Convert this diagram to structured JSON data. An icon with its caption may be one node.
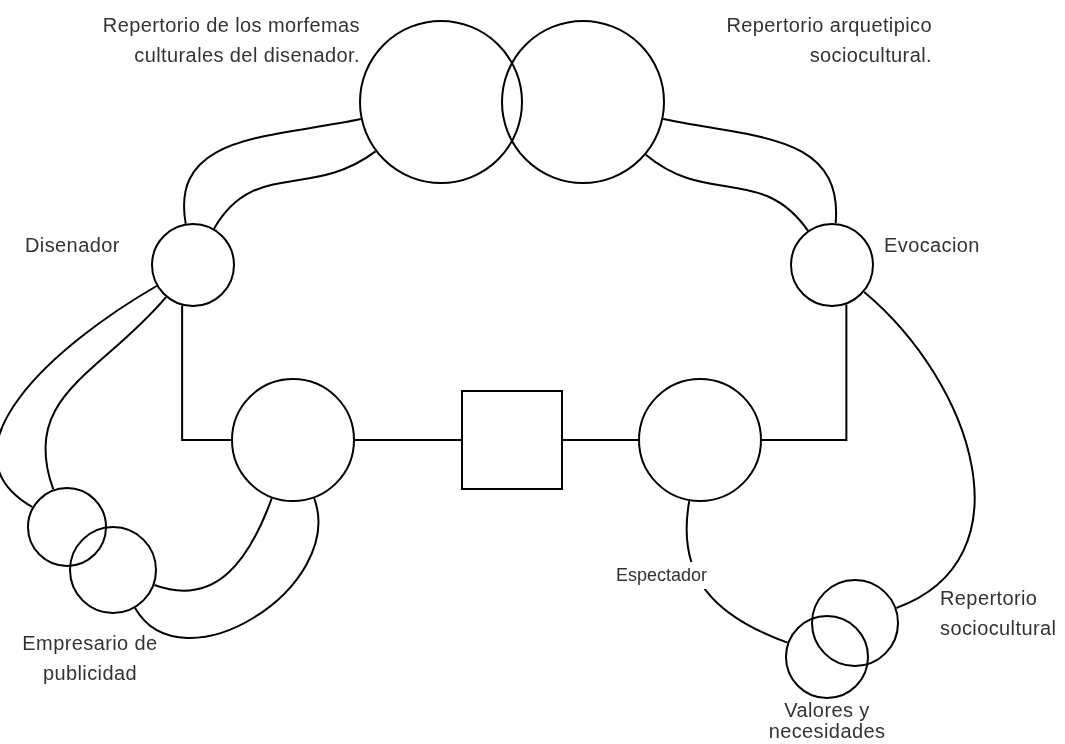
{
  "diagram": {
    "nodes": [
      {
        "text": [],
        "shape": "circle",
        "beside": [
          "Repertorio de los morfemas culturales del disenador."
        ]
      },
      {
        "text": [],
        "shape": "circle",
        "beside": [
          "Repertorio arquetipico sociocultural."
        ]
      },
      {
        "text": [],
        "shape": "circle",
        "beside": [
          "Disenador"
        ]
      },
      {
        "text": [],
        "shape": "circle",
        "beside": [
          "Evocacion"
        ]
      },
      {
        "text": [],
        "shape": "circle"
      },
      {
        "text": [],
        "shape": "box"
      },
      {
        "text": [],
        "shape": "circle"
      },
      {
        "text": [],
        "shape": "circle"
      },
      {
        "text": [],
        "shape": "circle",
        "beside": [
          "Empresario de publicidad"
        ]
      },
      {
        "text": [],
        "shape": "circle",
        "beside": [
          "Repertorio sociocultural"
        ]
      },
      {
        "text": [],
        "shape": "circle",
        "beside": [
          "Valores y necesidades"
        ]
      }
    ],
    "edges": [
      {
        "from": 2,
        "to": 0,
        "arrow": "none"
      },
      {
        "from": 2,
        "to": 0,
        "arrow": "none"
      },
      {
        "from": 3,
        "to": 1,
        "arrow": "none"
      },
      {
        "from": 3,
        "to": 1,
        "arrow": "none"
      },
      {
        "from": 2,
        "to": 4,
        "arrow": "none"
      },
      {
        "from": 4,
        "to": 5,
        "arrow": "none"
      },
      {
        "from": 5,
        "to": 6,
        "arrow": "none"
      },
      {
        "from": 6,
        "to": 3,
        "arrow": "none"
      },
      {
        "from": 2,
        "to": 7,
        "arrow": "none"
      },
      {
        "from": 2,
        "to": 7,
        "arrow": "none"
      },
      {
        "from": 8,
        "to": 4,
        "arrow": "none"
      },
      {
        "from": 8,
        "to": 4,
        "arrow": "none"
      },
      {
        "from": 3,
        "to": 9,
        "arrow": "none"
      },
      {
        "from": 6,
        "to": 10,
        "label": "Espectador",
        "arrow": "none"
      }
    ]
  }
}
